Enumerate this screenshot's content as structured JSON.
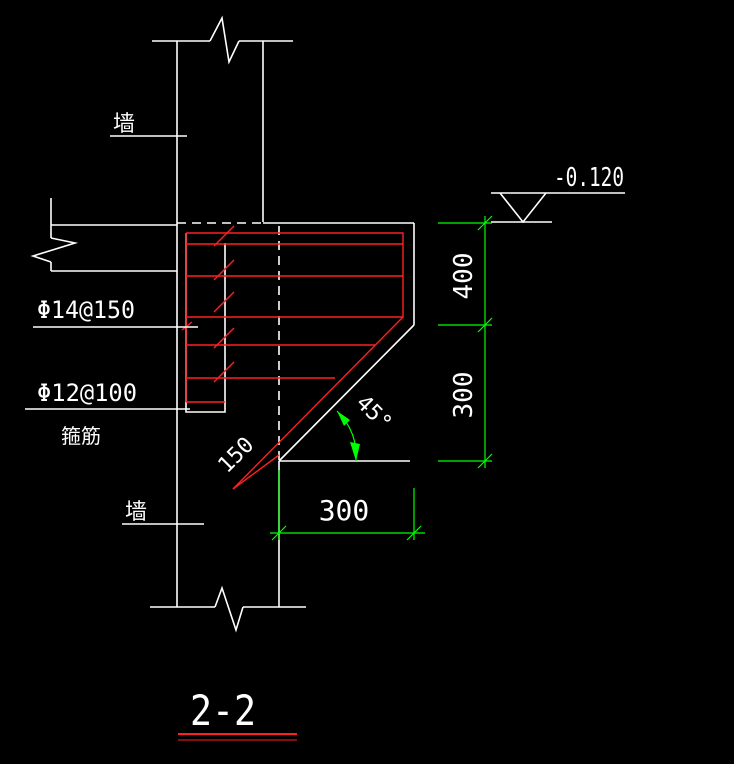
{
  "drawing": {
    "colors": {
      "background": "#000000",
      "outline": "#ffffff",
      "rebar": "#ff2020",
      "dimension": "#00ff00"
    },
    "labels": {
      "wall_upper": "墙",
      "wall_lower": "墙",
      "rebar_main": "Φ14@150",
      "rebar_stirrup": "Φ12@100",
      "stirrup_note": "箍筋",
      "elevation": "-0.120",
      "anchor_len": "150",
      "angle": "45°"
    },
    "dimensions": {
      "height_top": "400",
      "height_bottom": "300",
      "width": "300"
    },
    "section_title": "2-2"
  }
}
